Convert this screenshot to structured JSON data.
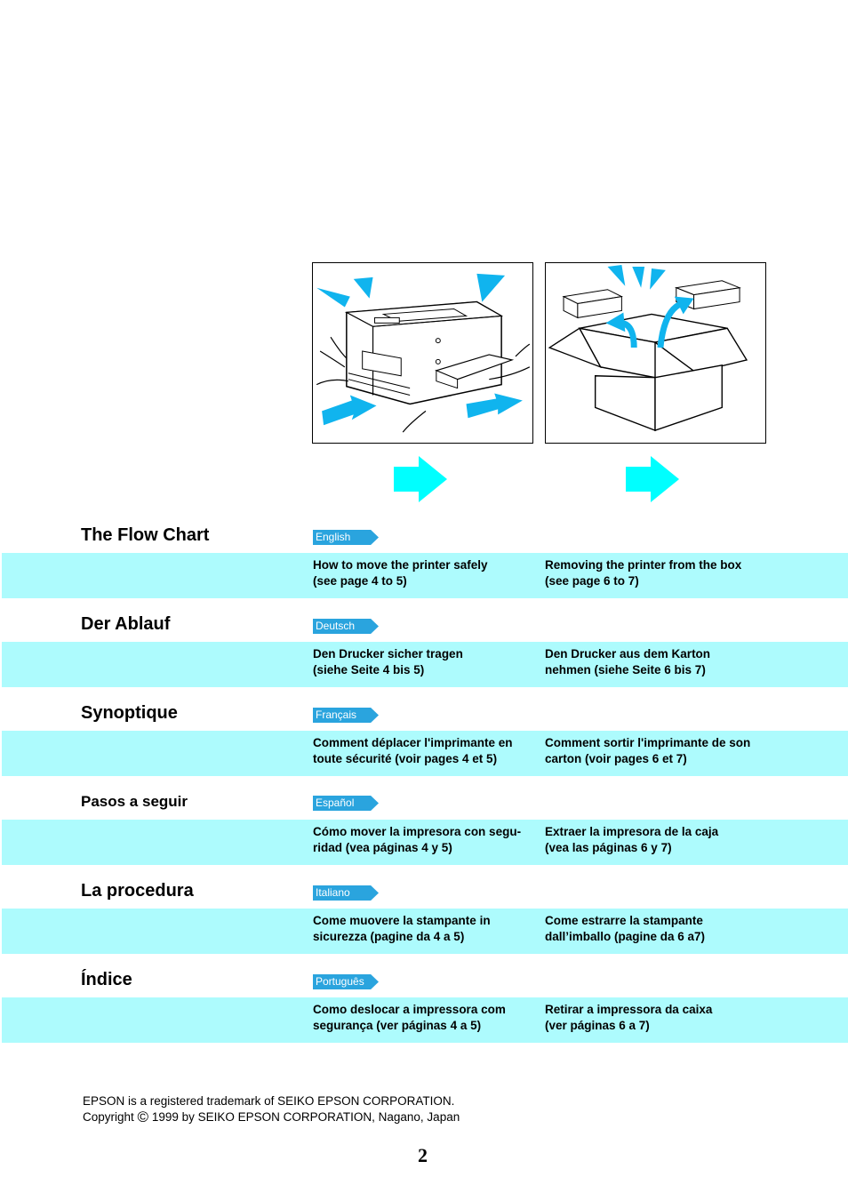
{
  "colors": {
    "band": "#adfbfd",
    "tab": "#2aa4de",
    "arrow": "#00ffff",
    "illustration_arrow": "#10b4ee"
  },
  "illustrations": [
    {
      "icon": "printer-lifting-icon"
    },
    {
      "icon": "box-unpacking-icon"
    }
  ],
  "sections": [
    {
      "heading": "The Flow Chart",
      "language": "English",
      "steps": [
        "How to move the printer safely\n(see page 4 to 5)",
        "Removing the printer from the box\n(see page 6 to 7)"
      ]
    },
    {
      "heading": "Der Ablauf",
      "language": "Deutsch",
      "steps": [
        "Den Drucker sicher tragen\n(siehe Seite 4 bis 5)",
        "Den Drucker aus dem Karton\nnehmen (siehe Seite 6 bis 7)"
      ]
    },
    {
      "heading": "Synoptique",
      "language": "Français",
      "steps": [
        "Comment déplacer l'imprimante en\ntoute sécurité (voir pages 4 et 5)",
        "Comment sortir l'imprimante de son\ncarton (voir pages 6 et 7)"
      ]
    },
    {
      "heading": "Pasos a seguir",
      "language": "Español",
      "steps": [
        "Cómo mover la impresora con segu-\nridad (vea páginas 4 y 5)",
        "Extraer la impresora de la caja\n(vea las páginas 6 y 7)"
      ]
    },
    {
      "heading": "La procedura",
      "language": "Italiano",
      "steps": [
        "Come muovere la stampante in\nsicurezza (pagine da 4 a 5)",
        "Come estrarre la  stampante\ndall’imballo (pagine da 6 a7)"
      ]
    },
    {
      "heading": "Índice",
      "language": "Português",
      "steps": [
        "Como deslocar a impressora com\nsegurança (ver páginas 4 a 5)",
        "Retirar a impressora da caixa\n(ver páginas 6 a 7)"
      ]
    }
  ],
  "footer": {
    "line1": "EPSON is a registered trademark of SEIKO EPSON CORPORATION.",
    "line2_prefix": "Copyright ",
    "copyright_symbol": "©",
    "line2_suffix": " 1999 by SEIKO EPSON CORPORATION, Nagano, Japan"
  },
  "page_number": "2"
}
